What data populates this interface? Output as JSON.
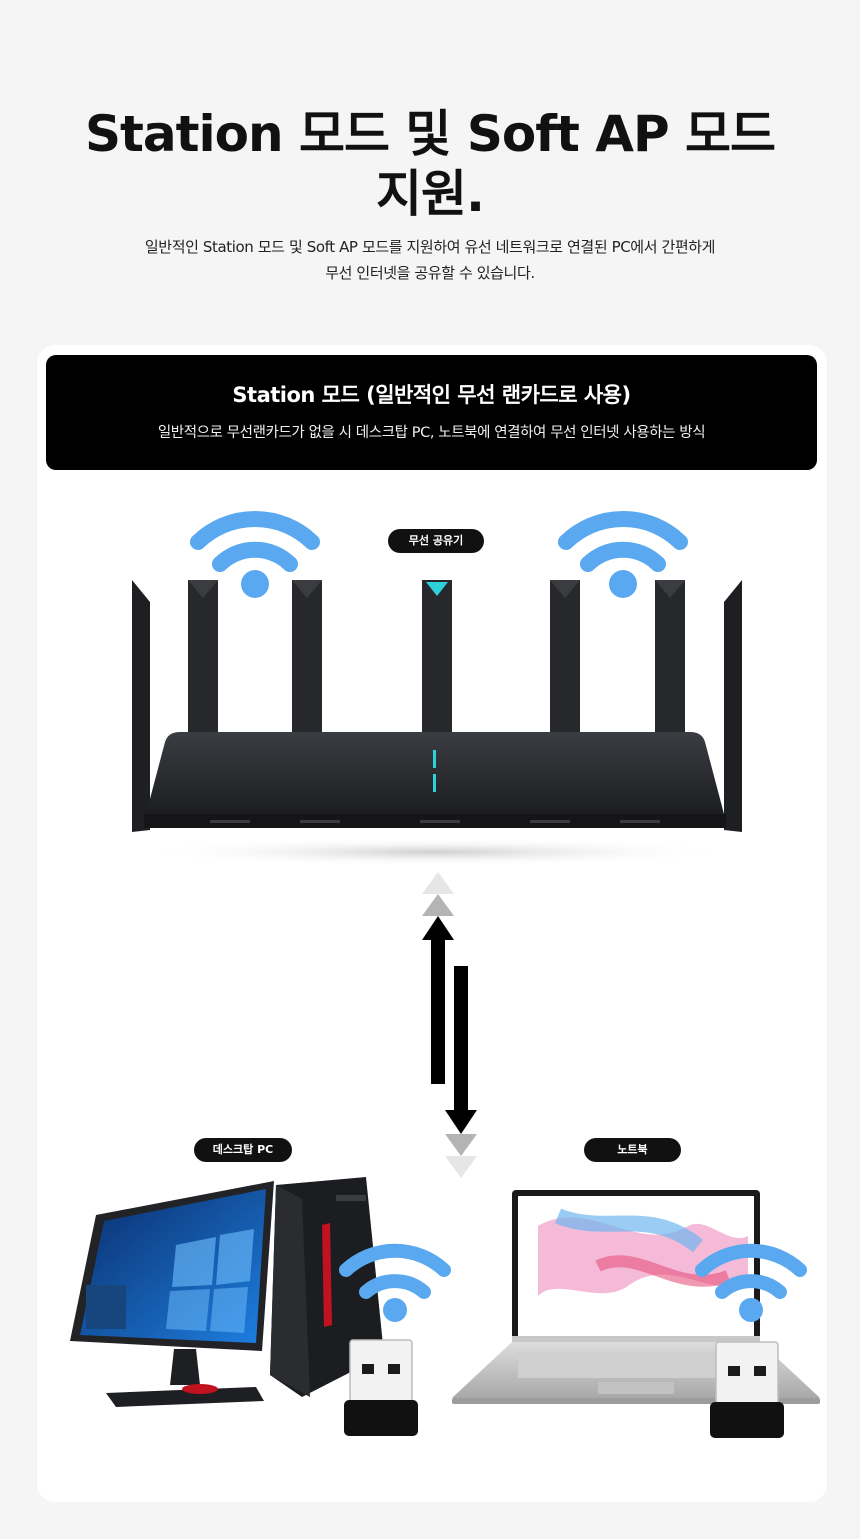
{
  "header": {
    "title_line1": "Station 모드 및 Soft AP 모드",
    "title_line2": "지원.",
    "description_line1": "일반적인 Station 모드 및 Soft AP 모드를 지원하여 유선 네트워크로 연결된 PC에서 간편하게",
    "description_line2": "무선 인터넷을 공유할 수 있습니다."
  },
  "banner": {
    "title": "Station 모드 (일반적인 무선 랜카드로 사용)",
    "subtitle": "일반적으로 무선랜카드가 없을 시 데스크탑 PC, 노트북에 연결하여 무선 인터넷 사용하는 방식"
  },
  "labels": {
    "router": "무선 공유기",
    "desktop": "데스크탑 PC",
    "laptop": "노트북"
  },
  "colors": {
    "wifi": "#5aa9f0",
    "banner_bg": "#000000",
    "page_bg": "#f5f5f6"
  },
  "icons": [
    "wifi-icon",
    "up-arrow-icon",
    "down-arrow-icon"
  ]
}
